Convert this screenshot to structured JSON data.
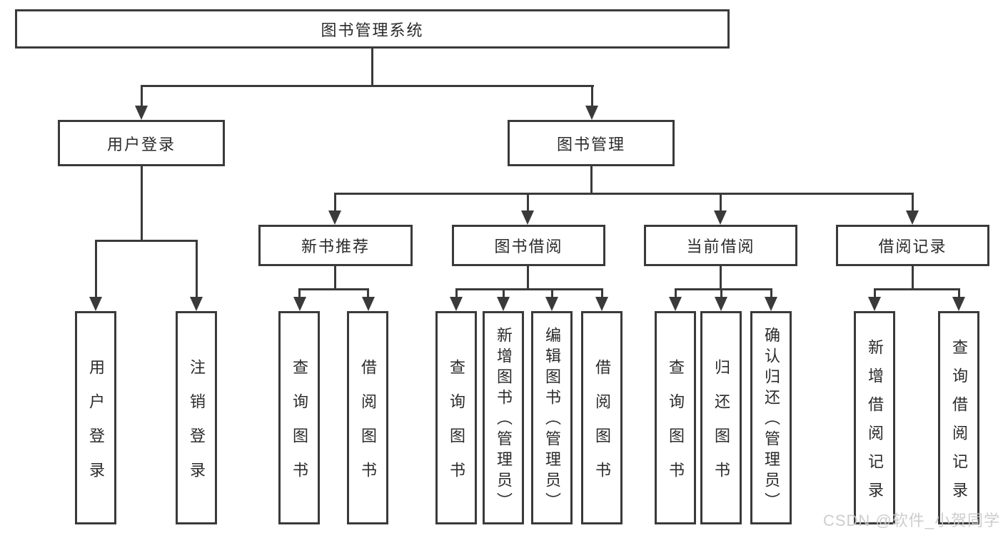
{
  "diagram": {
    "root": {
      "label": "图书管理系统"
    },
    "branches": [
      {
        "label": "用户登录",
        "children": [
          {
            "label": "用户登录"
          },
          {
            "label": "注销登录"
          }
        ]
      },
      {
        "label": "图书管理",
        "children": [
          {
            "label": "新书推荐",
            "children": [
              {
                "label": "查询图书"
              },
              {
                "label": "借阅图书"
              }
            ]
          },
          {
            "label": "图书借阅",
            "children": [
              {
                "label": "查询图书"
              },
              {
                "label": "新增图书（管理员）"
              },
              {
                "label": "编辑图书（管理员）"
              },
              {
                "label": "借阅图书"
              }
            ]
          },
          {
            "label": "当前借阅",
            "children": [
              {
                "label": "查询图书"
              },
              {
                "label": "归还图书"
              },
              {
                "label": "确认归还（管理员）"
              }
            ]
          },
          {
            "label": "借阅记录",
            "children": [
              {
                "label": "新增借阅记录"
              },
              {
                "label": "查询借阅记录"
              }
            ]
          }
        ]
      }
    ]
  },
  "watermark": {
    "text": "CSDN @软件_小贺同学"
  },
  "colors": {
    "line": "#3a3a3a",
    "text": "#2b2b2b",
    "watermark": "#c9c9c9",
    "background": "#ffffff"
  }
}
